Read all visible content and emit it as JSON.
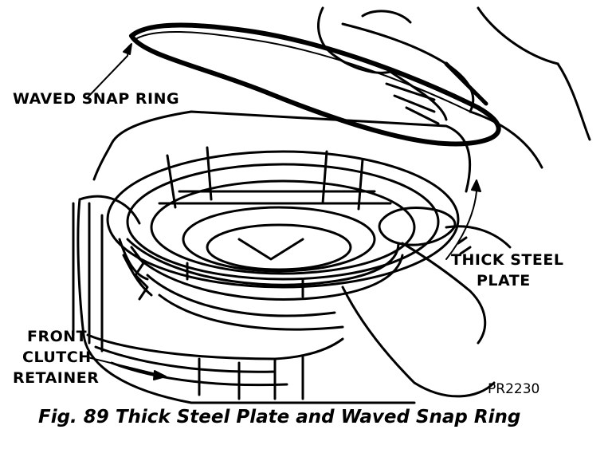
{
  "labels": {
    "waved_snap_ring": "WAVED SNAP RING",
    "thick_steel_plate_line1": "THICK STEEL",
    "thick_steel_plate_line2": "PLATE",
    "front_line1": "FRONT",
    "front_line2": "CLUTCH",
    "front_line3": "RETAINER"
  },
  "figure_code": "PR2230",
  "caption": "Fig. 89 Thick Steel Plate and Waved Snap Ring"
}
